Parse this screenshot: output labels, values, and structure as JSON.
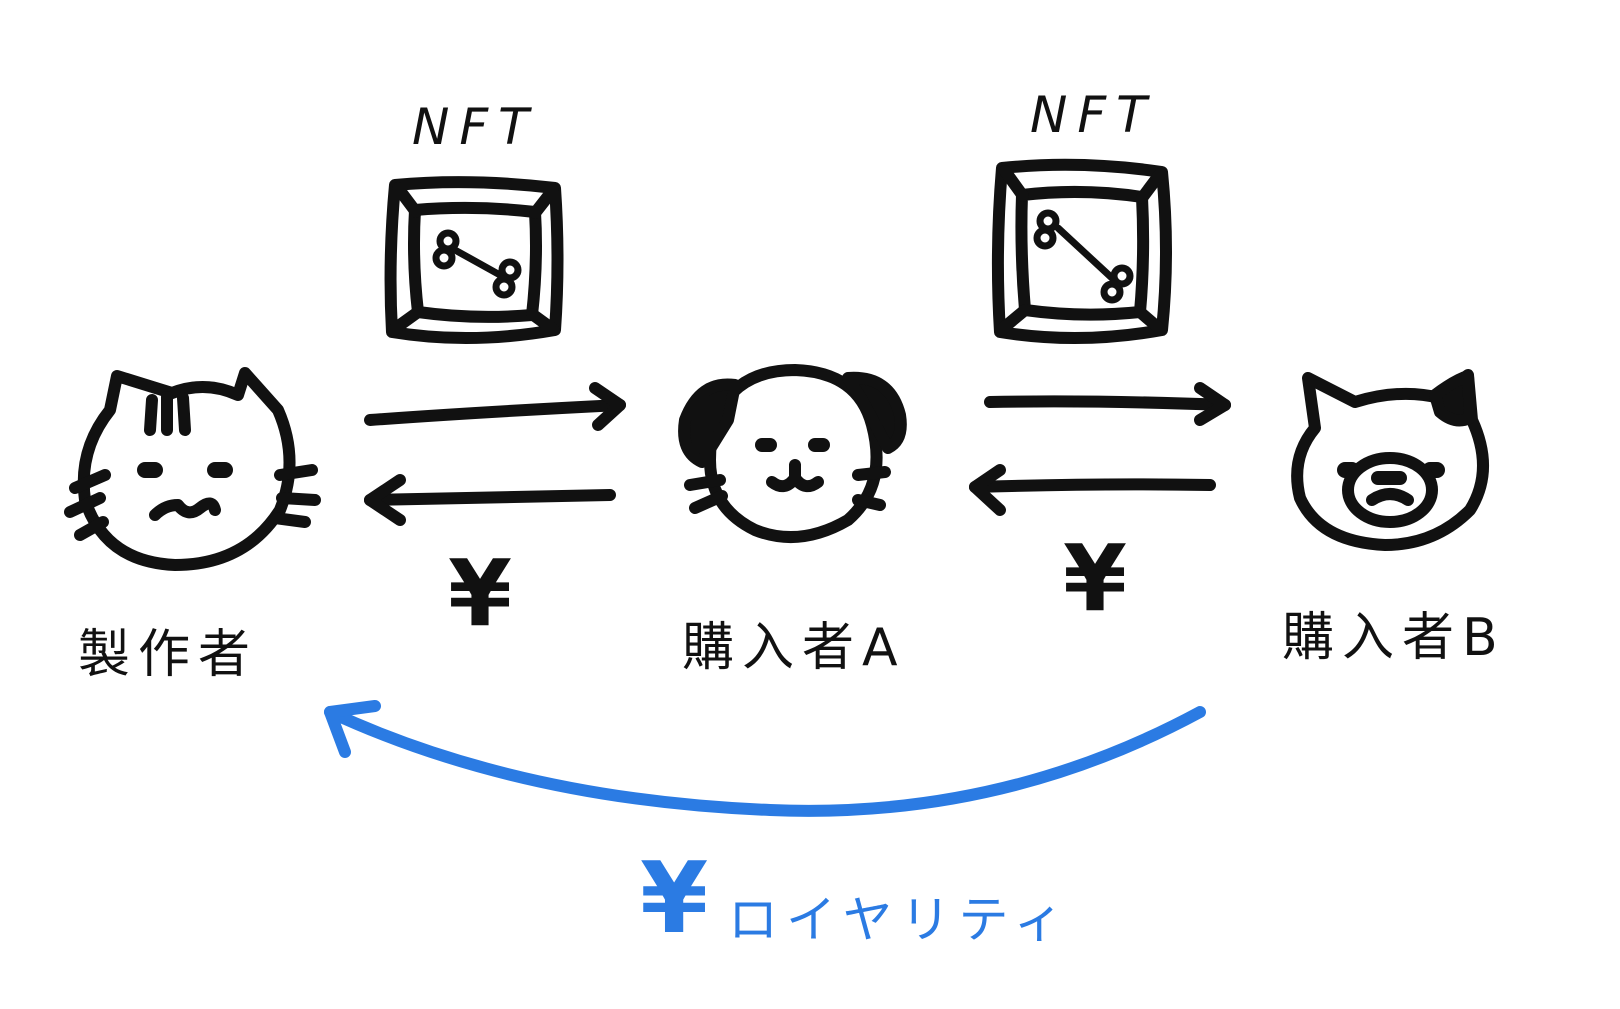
{
  "nft_labels": [
    "NFT",
    "NFT"
  ],
  "actors": {
    "creator": "製作者",
    "buyer_a": "購入者A",
    "buyer_b": "購入者B"
  },
  "payment_symbol": "¥",
  "royalty": {
    "symbol": "¥",
    "label": "ロイヤリティ"
  },
  "colors": {
    "ink": "#111111",
    "royalty": "#2b7be3",
    "background": "#ffffff"
  },
  "icons": [
    "cat-icon",
    "dog-icon",
    "spotted-cat-icon",
    "nft-frame-icon",
    "bone-icon"
  ]
}
